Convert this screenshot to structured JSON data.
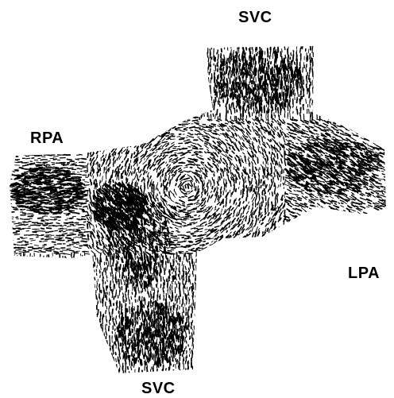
{
  "figure": {
    "labels": {
      "svc_top": "SVC",
      "rpa": "RPA",
      "lpa": "LPA",
      "svc_bottom": "SVC"
    },
    "colors": {
      "stroke": "#000000",
      "background": "#ffffff"
    }
  }
}
